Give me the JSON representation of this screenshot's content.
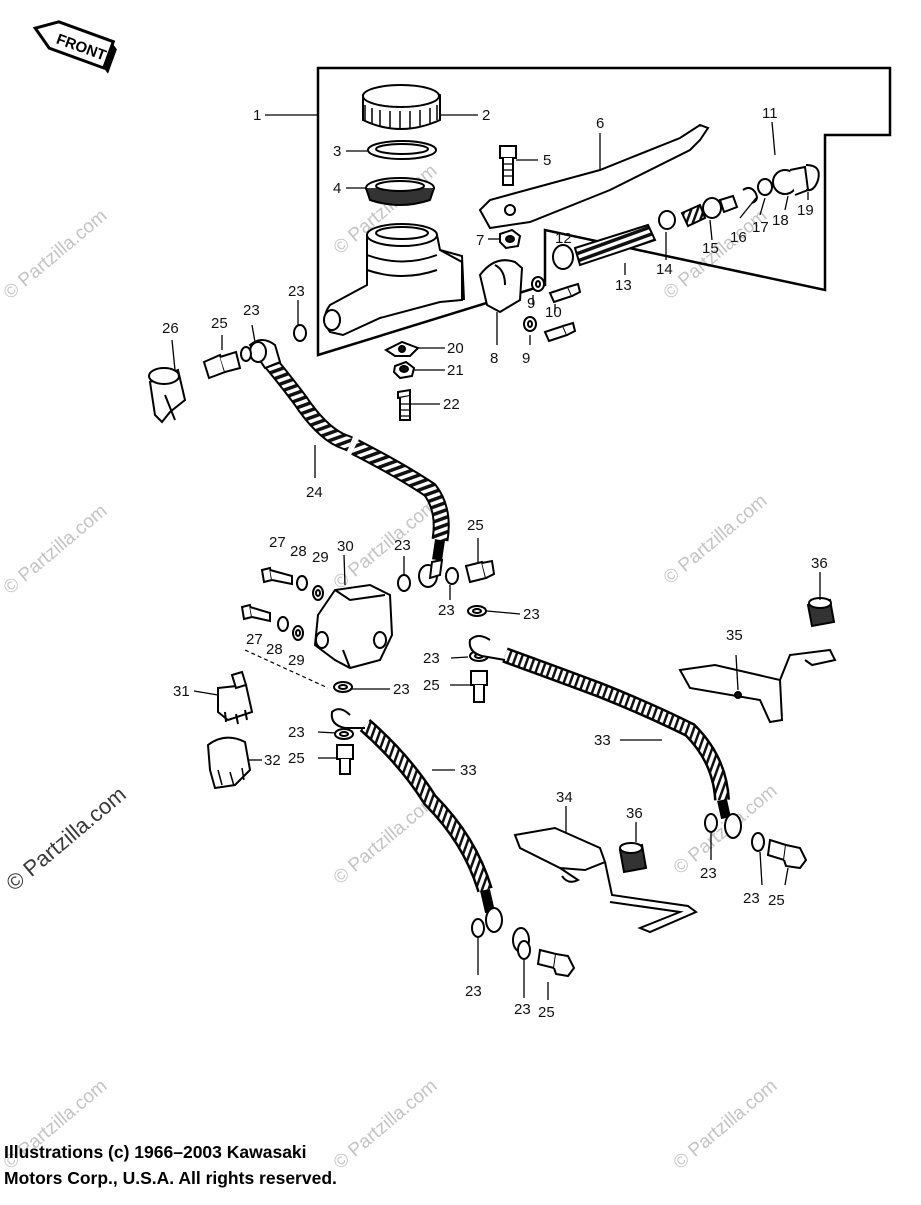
{
  "front_tag": "FRONT",
  "watermark": "© Partzilla.com",
  "copyright": {
    "line1": "Illustrations (c) 1966–2003 Kawasaki",
    "line2": "Motors Corp., U.S.A.  All rights reserved."
  },
  "callouts": [
    {
      "id": "c1",
      "text": "1"
    },
    {
      "id": "c2",
      "text": "2"
    },
    {
      "id": "c3",
      "text": "3"
    },
    {
      "id": "c4",
      "text": "4"
    },
    {
      "id": "c5",
      "text": "5"
    },
    {
      "id": "c6",
      "text": "6"
    },
    {
      "id": "c7",
      "text": "7"
    },
    {
      "id": "c8",
      "text": "8"
    },
    {
      "id": "c9a",
      "text": "9"
    },
    {
      "id": "c9b",
      "text": "9"
    },
    {
      "id": "c10",
      "text": "10"
    },
    {
      "id": "c11",
      "text": "11"
    },
    {
      "id": "c12",
      "text": "12"
    },
    {
      "id": "c13",
      "text": "13"
    },
    {
      "id": "c14",
      "text": "14"
    },
    {
      "id": "c15",
      "text": "15"
    },
    {
      "id": "c16",
      "text": "16"
    },
    {
      "id": "c17",
      "text": "17"
    },
    {
      "id": "c18",
      "text": "18"
    },
    {
      "id": "c19",
      "text": "19"
    },
    {
      "id": "c20",
      "text": "20"
    },
    {
      "id": "c21",
      "text": "21"
    },
    {
      "id": "c22",
      "text": "22"
    },
    {
      "id": "c23a",
      "text": "23"
    },
    {
      "id": "c23b",
      "text": "23"
    },
    {
      "id": "c23c",
      "text": "23"
    },
    {
      "id": "c23d",
      "text": "23"
    },
    {
      "id": "c23e",
      "text": "23"
    },
    {
      "id": "c23f",
      "text": "23"
    },
    {
      "id": "c23g",
      "text": "23"
    },
    {
      "id": "c23h",
      "text": "23"
    },
    {
      "id": "c23i",
      "text": "23"
    },
    {
      "id": "c23j",
      "text": "23"
    },
    {
      "id": "c23k",
      "text": "23"
    },
    {
      "id": "c23l",
      "text": "23"
    },
    {
      "id": "c24",
      "text": "24"
    },
    {
      "id": "c25a",
      "text": "25"
    },
    {
      "id": "c25b",
      "text": "25"
    },
    {
      "id": "c25c",
      "text": "25"
    },
    {
      "id": "c25d",
      "text": "25"
    },
    {
      "id": "c25e",
      "text": "25"
    },
    {
      "id": "c25f",
      "text": "25"
    },
    {
      "id": "c26",
      "text": "26"
    },
    {
      "id": "c27a",
      "text": "27"
    },
    {
      "id": "c27b",
      "text": "27"
    },
    {
      "id": "c28a",
      "text": "28"
    },
    {
      "id": "c28b",
      "text": "28"
    },
    {
      "id": "c29a",
      "text": "29"
    },
    {
      "id": "c29b",
      "text": "29"
    },
    {
      "id": "c30",
      "text": "30"
    },
    {
      "id": "c31",
      "text": "31"
    },
    {
      "id": "c32",
      "text": "32"
    },
    {
      "id": "c33a",
      "text": "33"
    },
    {
      "id": "c33b",
      "text": "33"
    },
    {
      "id": "c34",
      "text": "34"
    },
    {
      "id": "c35",
      "text": "35"
    },
    {
      "id": "c36a",
      "text": "36"
    },
    {
      "id": "c36b",
      "text": "36"
    }
  ]
}
